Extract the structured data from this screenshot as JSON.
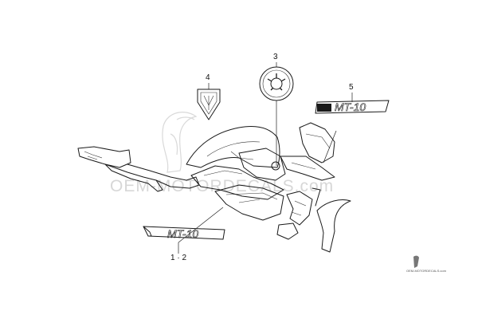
{
  "callouts": {
    "c1": "1 · 2",
    "c3": "3",
    "c4": "4",
    "c5": "5"
  },
  "decals": {
    "model_text": "MT-10"
  },
  "watermark": {
    "main": "OEM-MOTORDECALS.com",
    "corner": "OEM-MOTORDECALS.com"
  },
  "colors": {
    "line": "#1a1a1a",
    "watermark": "#d7d7d7",
    "background": "#ffffff"
  }
}
